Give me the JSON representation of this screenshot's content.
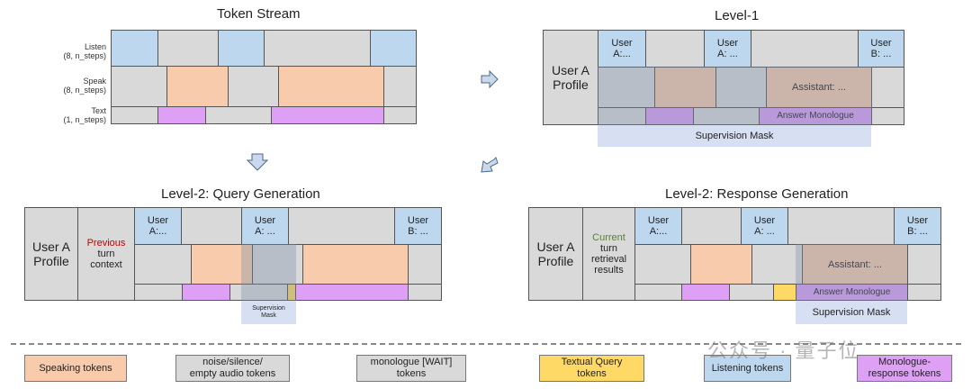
{
  "panels": {
    "token_stream": {
      "title": "Token Stream",
      "row_labels": {
        "listen": "Listen\n(8, n_steps)",
        "speak": "Speak\n(8, n_steps)",
        "text": "Text\n(1, n_steps)"
      }
    },
    "level1": {
      "title": "Level-1",
      "profile": "User A\nProfile",
      "user_a1": "User\nA:...",
      "user_a2": "User\nA: ...",
      "user_b": "User\nB: ...",
      "assistant": "Assistant: ...",
      "answer_monologue": "Answer Monologue",
      "supervision_mask": "Supervision Mask"
    },
    "level2_query": {
      "title": "Level-2: Query Generation",
      "profile": "User A\nProfile",
      "previous_word": "Previous",
      "previous_rest": "turn\ncontext",
      "user_a1": "User\nA:...",
      "user_a2": "User\nA: ...",
      "user_b": "User\nB: ...",
      "supervision_mask": "Supervision\nMask"
    },
    "level2_response": {
      "title": "Level-2: Response Generation",
      "profile": "User A\nProfile",
      "current_word": "Current",
      "current_rest": "turn\nretrieval\nresults",
      "user_a1": "User\nA:...",
      "user_a2": "User\nA: ...",
      "user_b": "User\nB: ...",
      "assistant": "Assistant: ...",
      "answer_monologue": "Answer Monologue",
      "supervision_mask": "Supervision Mask"
    }
  },
  "legend": {
    "speaking": "Speaking tokens",
    "noise": "noise/silence/\nempty audio tokens",
    "monologue_wait": "monologue [WAIT]\ntokens",
    "textual_query": "Textual Query\ntokens",
    "listening": "Listening tokens",
    "monologue_response": "Monologue-\nresponse tokens"
  },
  "watermark": "公众号 · 量子位",
  "colors": {
    "listening": "#bdd7ee",
    "noise": "#d9d9d9",
    "speaking": "#f8cbad",
    "monologue": "#dda0f5",
    "textual_query": "#ffd966",
    "mask": "#b4c6e7",
    "previous_text": "#c00000",
    "current_text": "#548235"
  }
}
